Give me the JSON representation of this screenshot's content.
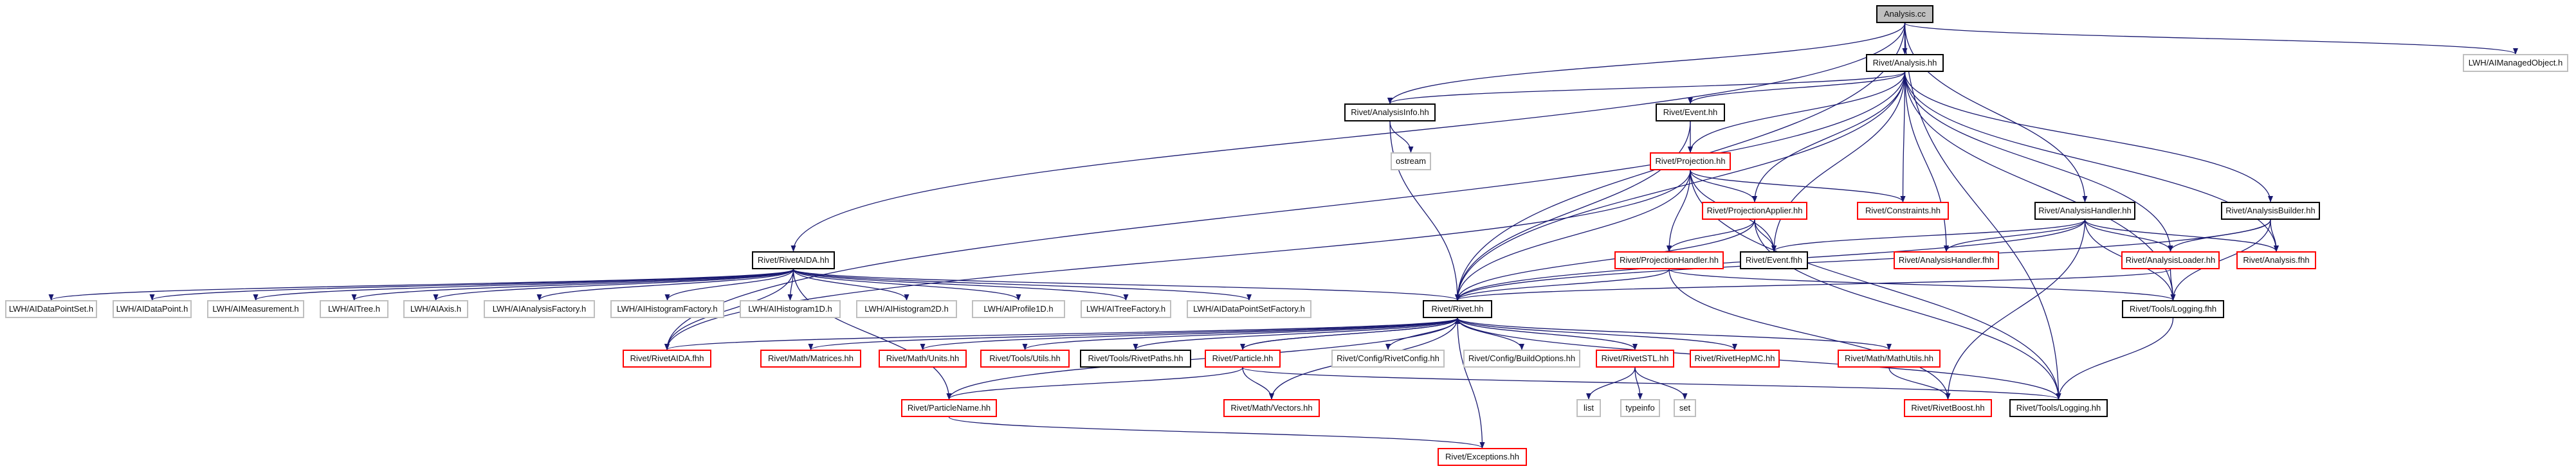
{
  "graph": {
    "edge_color": "#191970",
    "node_kinds": {
      "root": {
        "fill": "#bfbfbf",
        "border": "#000000"
      },
      "documented": {
        "fill": "#ffffff",
        "border": "#000000"
      },
      "incomplete": {
        "fill": "#ffffff",
        "border": "#ff0000"
      },
      "external": {
        "fill": "#ffffff",
        "border": "#bfbfbf"
      }
    },
    "nodes": [
      {
        "id": "analysis_cc",
        "label": "Analysis.cc",
        "kind": "root"
      },
      {
        "id": "rivet_analysis_hh",
        "label": "Rivet/Analysis.hh",
        "kind": "documented"
      },
      {
        "id": "lwh_managed_object",
        "label": "LWH/AIManagedObject.h",
        "kind": "external"
      },
      {
        "id": "rivet_analysisinfo_hh",
        "label": "Rivet/AnalysisInfo.hh",
        "kind": "documented"
      },
      {
        "id": "rivet_event_hh",
        "label": "Rivet/Event.hh",
        "kind": "documented"
      },
      {
        "id": "ostream",
        "label": "ostream",
        "kind": "external"
      },
      {
        "id": "rivet_projection_hh",
        "label": "Rivet/Projection.hh",
        "kind": "incomplete"
      },
      {
        "id": "rivet_analysishandler_hh",
        "label": "Rivet/AnalysisHandler.hh",
        "kind": "documented"
      },
      {
        "id": "rivet_analysisbuilder_hh",
        "label": "Rivet/AnalysisBuilder.hh",
        "kind": "documented"
      },
      {
        "id": "rivet_projectionapplier_hh",
        "label": "Rivet/ProjectionApplier.hh",
        "kind": "incomplete"
      },
      {
        "id": "rivet_constraints_hh",
        "label": "Rivet/Constraints.hh",
        "kind": "incomplete"
      },
      {
        "id": "rivet_rivetaida_hh",
        "label": "Rivet/RivetAIDA.hh",
        "kind": "documented"
      },
      {
        "id": "rivet_projectionhandler_hh",
        "label": "Rivet/ProjectionHandler.hh",
        "kind": "incomplete"
      },
      {
        "id": "rivet_event_fhh",
        "label": "Rivet/Event.fhh",
        "kind": "documented"
      },
      {
        "id": "rivet_analysishandler_fhh",
        "label": "Rivet/AnalysisHandler.fhh",
        "kind": "incomplete"
      },
      {
        "id": "rivet_analysisloader_hh",
        "label": "Rivet/AnalysisLoader.hh",
        "kind": "incomplete"
      },
      {
        "id": "rivet_analysis_fhh",
        "label": "Rivet/Analysis.fhh",
        "kind": "incomplete"
      },
      {
        "id": "lwh_datapointset",
        "label": "LWH/AIDataPointSet.h",
        "kind": "external"
      },
      {
        "id": "lwh_datapoint",
        "label": "LWH/AIDataPoint.h",
        "kind": "external"
      },
      {
        "id": "lwh_measurement",
        "label": "LWH/AIMeasurement.h",
        "kind": "external"
      },
      {
        "id": "lwh_tree",
        "label": "LWH/AITree.h",
        "kind": "external"
      },
      {
        "id": "lwh_axis",
        "label": "LWH/AIAxis.h",
        "kind": "external"
      },
      {
        "id": "lwh_analysisfactory",
        "label": "LWH/AIAnalysisFactory.h",
        "kind": "external"
      },
      {
        "id": "lwh_histogramfactory",
        "label": "LWH/AIHistogramFactory.h",
        "kind": "external"
      },
      {
        "id": "lwh_histogram1d",
        "label": "LWH/AIHistogram1D.h",
        "kind": "external"
      },
      {
        "id": "lwh_histogram2d",
        "label": "LWH/AIHistogram2D.h",
        "kind": "external"
      },
      {
        "id": "lwh_profile1d",
        "label": "LWH/AIProfile1D.h",
        "kind": "external"
      },
      {
        "id": "lwh_treefactory",
        "label": "LWH/AITreeFactory.h",
        "kind": "external"
      },
      {
        "id": "lwh_datapointsetfactory",
        "label": "LWH/AIDataPointSetFactory.h",
        "kind": "external"
      },
      {
        "id": "rivet_rivet_hh",
        "label": "Rivet/Rivet.hh",
        "kind": "documented"
      },
      {
        "id": "rivet_tools_logging_fhh",
        "label": "Rivet/Tools/Logging.fhh",
        "kind": "documented"
      },
      {
        "id": "rivet_rivetaida_fhh",
        "label": "Rivet/RivetAIDA.fhh",
        "kind": "incomplete"
      },
      {
        "id": "rivet_math_matrices_hh",
        "label": "Rivet/Math/Matrices.hh",
        "kind": "incomplete"
      },
      {
        "id": "rivet_math_units_hh",
        "label": "Rivet/Math/Units.hh",
        "kind": "incomplete"
      },
      {
        "id": "rivet_tools_utils_hh",
        "label": "Rivet/Tools/Utils.hh",
        "kind": "incomplete"
      },
      {
        "id": "rivet_tools_rivetpaths_hh",
        "label": "Rivet/Tools/RivetPaths.hh",
        "kind": "documented"
      },
      {
        "id": "rivet_particle_hh",
        "label": "Rivet/Particle.hh",
        "kind": "incomplete"
      },
      {
        "id": "rivet_config_rivetconfig_hh",
        "label": "Rivet/Config/RivetConfig.hh",
        "kind": "external"
      },
      {
        "id": "rivet_config_buildoptions_hh",
        "label": "Rivet/Config/BuildOptions.hh",
        "kind": "external"
      },
      {
        "id": "rivet_rivetstl_hh",
        "label": "Rivet/RivetSTL.hh",
        "kind": "incomplete"
      },
      {
        "id": "rivet_rivethepmc_hh",
        "label": "Rivet/RivetHepMC.hh",
        "kind": "incomplete"
      },
      {
        "id": "rivet_math_mathutils_hh",
        "label": "Rivet/Math/MathUtils.hh",
        "kind": "incomplete"
      },
      {
        "id": "rivet_particlename_hh",
        "label": "Rivet/ParticleName.hh",
        "kind": "incomplete"
      },
      {
        "id": "rivet_math_vectors_hh",
        "label": "Rivet/Math/Vectors.hh",
        "kind": "incomplete"
      },
      {
        "id": "list",
        "label": "list",
        "kind": "external"
      },
      {
        "id": "typeinfo",
        "label": "typeinfo",
        "kind": "external"
      },
      {
        "id": "set",
        "label": "set",
        "kind": "external"
      },
      {
        "id": "rivet_rivetboost_hh",
        "label": "Rivet/RivetBoost.hh",
        "kind": "incomplete"
      },
      {
        "id": "rivet_tools_logging_hh",
        "label": "Rivet/Tools/Logging.hh",
        "kind": "documented"
      },
      {
        "id": "rivet_exceptions_hh",
        "label": "Rivet/Exceptions.hh",
        "kind": "incomplete"
      }
    ],
    "edges": [
      [
        "analysis_cc",
        "rivet_analysis_hh"
      ],
      [
        "analysis_cc",
        "lwh_managed_object"
      ],
      [
        "analysis_cc",
        "rivet_analysisinfo_hh"
      ],
      [
        "analysis_cc",
        "rivet_rivetaida_hh"
      ],
      [
        "analysis_cc",
        "rivet_rivet_hh"
      ],
      [
        "analysis_cc",
        "rivet_analysishandler_hh"
      ],
      [
        "analysis_cc",
        "rivet_tools_logging_hh"
      ],
      [
        "rivet_analysis_hh",
        "rivet_analysisinfo_hh"
      ],
      [
        "rivet_analysis_hh",
        "rivet_event_hh"
      ],
      [
        "rivet_analysis_hh",
        "rivet_projection_hh"
      ],
      [
        "rivet_analysis_hh",
        "rivet_projectionapplier_hh"
      ],
      [
        "rivet_analysis_hh",
        "rivet_constraints_hh"
      ],
      [
        "rivet_analysis_hh",
        "rivet_analysisbuilder_hh"
      ],
      [
        "rivet_analysis_hh",
        "rivet_rivet_hh"
      ],
      [
        "rivet_analysis_hh",
        "rivet_event_fhh"
      ],
      [
        "rivet_analysis_hh",
        "rivet_analysishandler_fhh"
      ],
      [
        "rivet_analysis_hh",
        "rivet_analysisloader_hh"
      ],
      [
        "rivet_analysis_hh",
        "rivet_analysis_fhh"
      ],
      [
        "rivet_analysis_hh",
        "rivet_tools_logging_fhh"
      ],
      [
        "rivet_analysis_hh",
        "rivet_rivetaida_fhh"
      ],
      [
        "rivet_analysisinfo_hh",
        "ostream"
      ],
      [
        "rivet_analysisinfo_hh",
        "rivet_rivet_hh"
      ],
      [
        "rivet_event_hh",
        "rivet_projection_hh"
      ],
      [
        "rivet_event_hh",
        "rivet_rivet_hh"
      ],
      [
        "rivet_projection_hh",
        "rivet_projectionapplier_hh"
      ],
      [
        "rivet_projection_hh",
        "rivet_projectionhandler_hh"
      ],
      [
        "rivet_projection_hh",
        "rivet_constraints_hh"
      ],
      [
        "rivet_projection_hh",
        "rivet_event_fhh"
      ],
      [
        "rivet_projection_hh",
        "rivet_rivet_hh"
      ],
      [
        "rivet_projection_hh",
        "rivet_tools_logging_hh"
      ],
      [
        "rivet_projection_hh",
        "rivet_rivetaida_fhh"
      ],
      [
        "rivet_projectionapplier_hh",
        "rivet_projectionhandler_hh"
      ],
      [
        "rivet_projectionapplier_hh",
        "rivet_event_fhh"
      ],
      [
        "rivet_projectionapplier_hh",
        "rivet_rivet_hh"
      ],
      [
        "rivet_projectionapplier_hh",
        "rivet_tools_logging_hh"
      ],
      [
        "rivet_projectionhandler_hh",
        "rivet_rivet_hh"
      ],
      [
        "rivet_projectionhandler_hh",
        "rivet_tools_logging_fhh"
      ],
      [
        "rivet_projectionhandler_hh",
        "rivet_rivetboost_hh"
      ],
      [
        "rivet_analysishandler_hh",
        "rivet_analysishandler_fhh"
      ],
      [
        "rivet_analysishandler_hh",
        "rivet_analysisloader_hh"
      ],
      [
        "rivet_analysishandler_hh",
        "rivet_analysis_fhh"
      ],
      [
        "rivet_analysishandler_hh",
        "rivet_event_fhh"
      ],
      [
        "rivet_analysishandler_hh",
        "rivet_rivet_hh"
      ],
      [
        "rivet_analysishandler_hh",
        "rivet_tools_logging_fhh"
      ],
      [
        "rivet_analysishandler_hh",
        "rivet_rivetboost_hh"
      ],
      [
        "rivet_analysisbuilder_hh",
        "rivet_analysisloader_hh"
      ],
      [
        "rivet_analysisbuilder_hh",
        "rivet_analysis_fhh"
      ],
      [
        "rivet_analysisbuilder_hh",
        "rivet_rivet_hh"
      ],
      [
        "rivet_analysisbuilder_hh",
        "rivet_tools_logging_fhh"
      ],
      [
        "rivet_analysisloader_hh",
        "rivet_rivet_hh"
      ],
      [
        "rivet_analysisloader_hh",
        "rivet_tools_logging_fhh"
      ],
      [
        "rivet_rivetaida_hh",
        "lwh_datapointset"
      ],
      [
        "rivet_rivetaida_hh",
        "lwh_datapoint"
      ],
      [
        "rivet_rivetaida_hh",
        "lwh_measurement"
      ],
      [
        "rivet_rivetaida_hh",
        "lwh_tree"
      ],
      [
        "rivet_rivetaida_hh",
        "lwh_axis"
      ],
      [
        "rivet_rivetaida_hh",
        "lwh_analysisfactory"
      ],
      [
        "rivet_rivetaida_hh",
        "lwh_histogramfactory"
      ],
      [
        "rivet_rivetaida_hh",
        "lwh_histogram1d"
      ],
      [
        "rivet_rivetaida_hh",
        "lwh_histogram2d"
      ],
      [
        "rivet_rivetaida_hh",
        "lwh_profile1d"
      ],
      [
        "rivet_rivetaida_hh",
        "lwh_treefactory"
      ],
      [
        "rivet_rivetaida_hh",
        "lwh_datapointsetfactory"
      ],
      [
        "rivet_rivetaida_hh",
        "rivet_rivet_hh"
      ],
      [
        "rivet_rivetaida_hh",
        "rivet_rivetaida_fhh"
      ],
      [
        "rivet_rivetaida_hh",
        "rivet_particlename_hh"
      ],
      [
        "rivet_rivet_hh",
        "rivet_rivetaida_fhh"
      ],
      [
        "rivet_rivet_hh",
        "rivet_math_matrices_hh"
      ],
      [
        "rivet_rivet_hh",
        "rivet_math_units_hh"
      ],
      [
        "rivet_rivet_hh",
        "rivet_tools_utils_hh"
      ],
      [
        "rivet_rivet_hh",
        "rivet_tools_rivetpaths_hh"
      ],
      [
        "rivet_rivet_hh",
        "rivet_particle_hh"
      ],
      [
        "rivet_rivet_hh",
        "rivet_config_rivetconfig_hh"
      ],
      [
        "rivet_rivet_hh",
        "rivet_config_buildoptions_hh"
      ],
      [
        "rivet_rivet_hh",
        "rivet_rivetstl_hh"
      ],
      [
        "rivet_rivet_hh",
        "rivet_rivethepmc_hh"
      ],
      [
        "rivet_rivet_hh",
        "rivet_math_mathutils_hh"
      ],
      [
        "rivet_rivet_hh",
        "rivet_tools_logging_hh"
      ],
      [
        "rivet_rivet_hh",
        "rivet_math_vectors_hh"
      ],
      [
        "rivet_rivet_hh",
        "rivet_particlename_hh"
      ],
      [
        "rivet_rivet_hh",
        "rivet_exceptions_hh"
      ],
      [
        "rivet_particle_hh",
        "rivet_particlename_hh"
      ],
      [
        "rivet_particle_hh",
        "rivet_math_vectors_hh"
      ],
      [
        "rivet_particle_hh",
        "rivet_rivet_hh"
      ],
      [
        "rivet_particle_hh",
        "rivet_tools_logging_hh"
      ],
      [
        "rivet_rivetstl_hh",
        "list"
      ],
      [
        "rivet_rivetstl_hh",
        "typeinfo"
      ],
      [
        "rivet_rivetstl_hh",
        "set"
      ],
      [
        "rivet_math_mathutils_hh",
        "rivet_rivetboost_hh"
      ],
      [
        "rivet_particlename_hh",
        "rivet_exceptions_hh"
      ],
      [
        "rivet_tools_logging_fhh",
        "rivet_tools_logging_hh"
      ]
    ]
  }
}
